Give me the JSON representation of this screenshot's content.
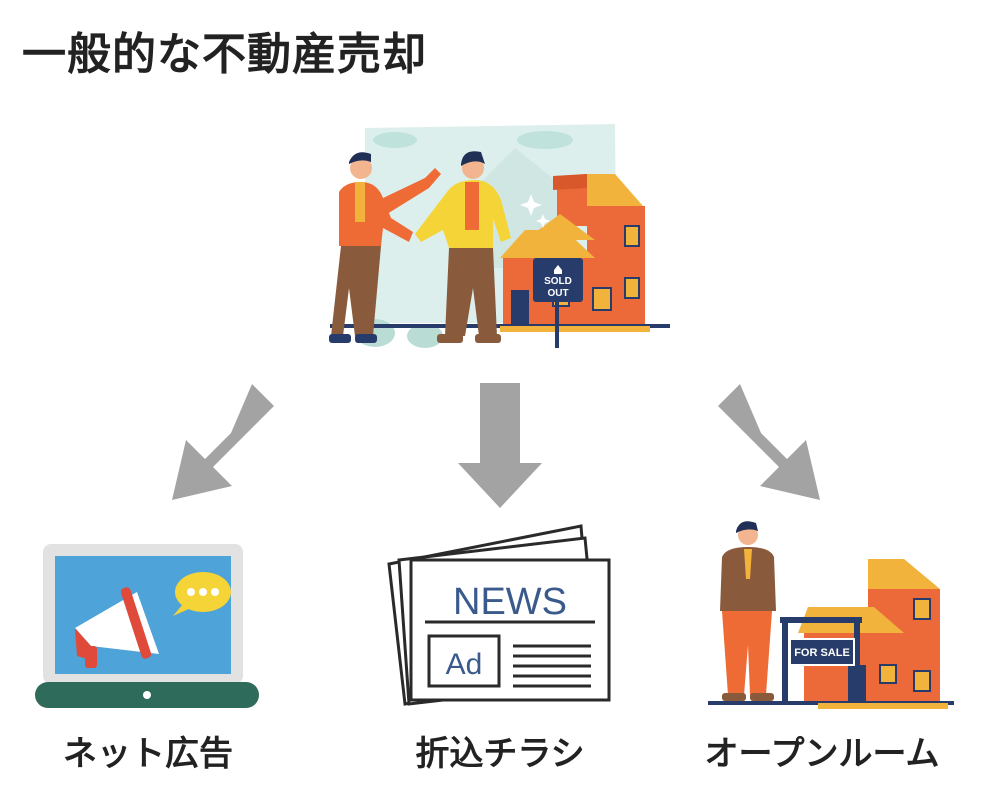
{
  "title": "一般的な不動産売却",
  "hero": {
    "sign_line1": "SOLD",
    "sign_line2": "OUT"
  },
  "channels": [
    {
      "label": "ネット広告",
      "icon": "laptop-megaphone-icon"
    },
    {
      "label": "折込チラシ",
      "icon": "newspaper-icon",
      "news_text": "NEWS",
      "ad_text": "Ad"
    },
    {
      "label": "オープンルーム",
      "icon": "open-house-icon",
      "sign_text": "FOR SALE"
    }
  ],
  "colors": {
    "arrow": "#a3a3a3",
    "house_orange": "#ec6a3a",
    "roof_yellow": "#f2b33d",
    "navy": "#283c6b",
    "screen_blue": "#4ea3d8",
    "laptop_base": "#2e6b5a",
    "news_blue": "#3a5a8c"
  }
}
